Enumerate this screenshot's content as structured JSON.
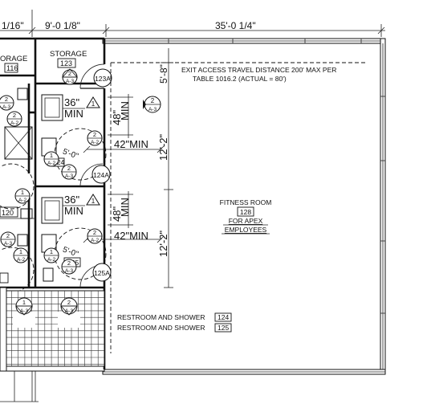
{
  "dimensions": {
    "left_partial": "1/16\"",
    "storage_width": "9'-0 1/8\"",
    "fitness_width": "35'-0 1/4\"",
    "top_offset": "5'-8\"",
    "upper_bay": "12'-2\"",
    "lower_bay": "12'-2\"",
    "clear_36_upper": "36\"",
    "clear_36_lower": "36\"",
    "min_label": "MIN",
    "clear_48_upper": "48\"",
    "clear_48_lower": "48\"",
    "clear_42_upper": "42\"MIN",
    "clear_42_lower": "42\"MIN",
    "turning_upper": "5'-0\"",
    "turning_lower": "5'-0\""
  },
  "rooms": {
    "storage_left": {
      "name": "ORAGE",
      "number": "116"
    },
    "storage": {
      "name": "STORAGE",
      "number": "123"
    },
    "fitness": {
      "name": "FITNESS ROOM",
      "number": "128",
      "line2": "FOR APEX",
      "line3": "EMPLOYEES"
    },
    "left_room_number": "120",
    "restroom_upper_number": "124",
    "restroom_lower_number": "125"
  },
  "notes": {
    "exit_line1": "EXIT ACCESS TRAVEL DISTANCE 200' MAX PER",
    "exit_line2": "TABLE 1016.2 (ACTUAL = 80')"
  },
  "legend": [
    {
      "label": "RESTROOM AND SHOWER",
      "number": "124"
    },
    {
      "label": "RESTROOM AND SHOWER",
      "number": "125"
    }
  ],
  "doors": {
    "d123a": "123A",
    "d124a": "124A",
    "d125a": "125A"
  },
  "markers": {
    "top_num": [
      "2",
      "2",
      "2",
      "1",
      "2",
      "2",
      "2",
      "1",
      "1",
      "2",
      "2",
      "1",
      "1",
      "2"
    ],
    "sheet": [
      "A-3",
      "A-3",
      "A-2",
      "A-2",
      "A-3",
      "A-2",
      "A-3",
      "A-2",
      "A-2",
      "A-2",
      "A-3",
      "A-2",
      "A-3",
      "A-3"
    ],
    "section_num": "2",
    "section_sheet": "A-3",
    "revision": "1",
    "left_num": "1",
    "left_sheet": "A-2"
  }
}
